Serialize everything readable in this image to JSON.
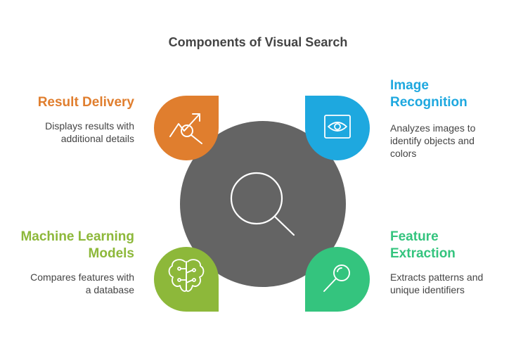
{
  "title": "Components of Visual Search",
  "colors": {
    "center": "#646464",
    "orange": "#E07E2E",
    "blue": "#1EA8DF",
    "green_olive": "#8DB83A",
    "green_teal": "#34C47E",
    "text": "#444444"
  },
  "components": {
    "result_delivery": {
      "heading": "Result Delivery",
      "description_line1": "Displays results with",
      "description_line2": "additional details",
      "icon": "trend-search-icon"
    },
    "image_recognition": {
      "heading_line1": "Image",
      "heading_line2": "Recognition",
      "description_line1": "Analyzes images to",
      "description_line2": "identify objects and",
      "description_line3": "colors",
      "icon": "eye-frame-icon"
    },
    "machine_learning": {
      "heading_line1": "Machine Learning",
      "heading_line2": "Models",
      "description_line1": "Compares features with",
      "description_line2": "a database",
      "icon": "brain-circuit-icon"
    },
    "feature_extraction": {
      "heading_line1": "Feature",
      "heading_line2": "Extraction",
      "description_line1": "Extracts patterns and",
      "description_line2": "unique identifiers",
      "icon": "magnifier-icon"
    }
  },
  "center_icon": "search-icon"
}
